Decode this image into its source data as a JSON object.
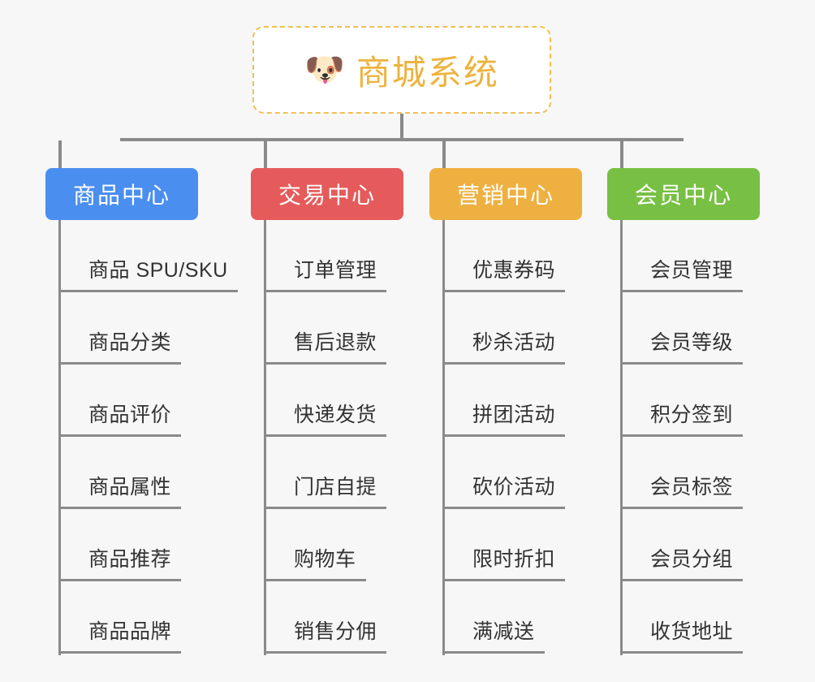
{
  "root": {
    "icon": "dog-face-icon",
    "icon_glyph": "🐶",
    "title": "商城系统",
    "title_color": "#edb33f",
    "border_color": "#f0bf55"
  },
  "connector_color": "#8a8a8a",
  "background_color": "#f7f7f7",
  "columns": [
    {
      "label": "商品中心",
      "color": "#4a8ef0",
      "items": [
        "商品 SPU/SKU",
        "商品分类",
        "商品评价",
        "商品属性",
        "商品推荐",
        "商品品牌"
      ]
    },
    {
      "label": "交易中心",
      "color": "#e55b5b",
      "items": [
        "订单管理",
        "售后退款",
        "快递发货",
        "门店自提",
        "购物车",
        "销售分佣"
      ]
    },
    {
      "label": "营销中心",
      "color": "#eeb040",
      "items": [
        "优惠券码",
        "秒杀活动",
        "拼团活动",
        "砍价活动",
        "限时折扣",
        "满减送"
      ]
    },
    {
      "label": "会员中心",
      "color": "#78c043",
      "items": [
        "会员管理",
        "会员等级",
        "积分签到",
        "会员标签",
        "会员分组",
        "收货地址"
      ]
    }
  ]
}
